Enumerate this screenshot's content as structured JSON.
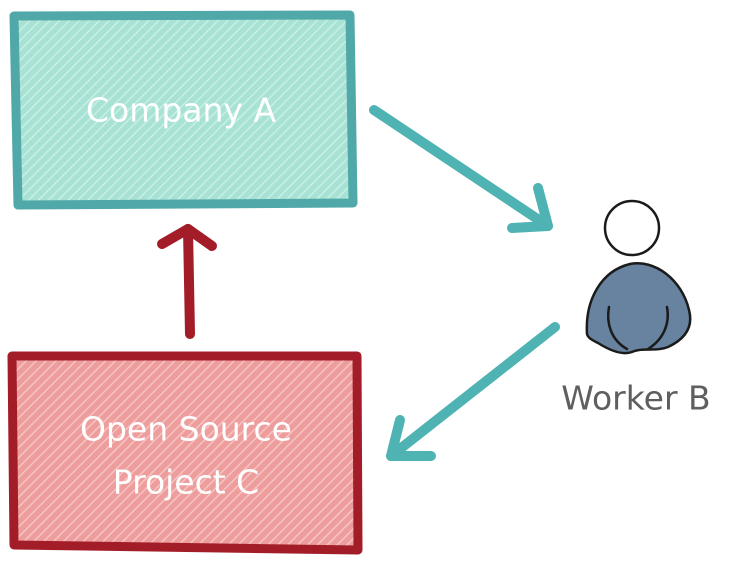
{
  "nodes": {
    "company_a": {
      "label": "Company A",
      "fill": "#a8e2d4",
      "stroke": "#50a8a8"
    },
    "project_c": {
      "label_line1": "Open Source",
      "label_line2": "Project C",
      "fill": "#ee9d9d",
      "stroke": "#a31d29"
    },
    "worker_b": {
      "label": "Worker B",
      "body_color": "#67839f",
      "head_color": "#ffffff",
      "outline_color": "#1b1b1b"
    }
  },
  "arrows": {
    "company_to_worker": {
      "color": "#50b3b3"
    },
    "worker_to_project": {
      "color": "#50b3b3"
    },
    "project_to_company": {
      "color": "#a31d29"
    }
  },
  "icons": {
    "worker": "person-icon"
  }
}
